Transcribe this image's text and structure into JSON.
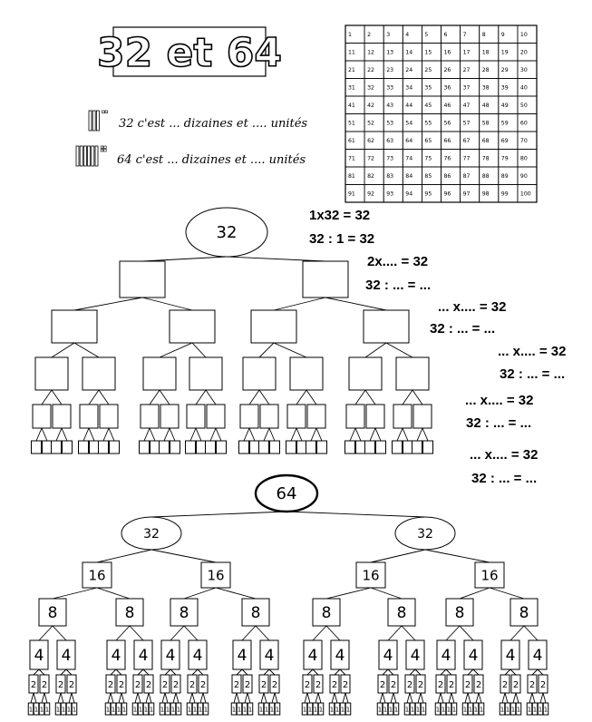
{
  "title": "32 et 64",
  "hundred_grid": [
    [
      "1",
      "2",
      "3",
      "4",
      "5",
      "6",
      "7",
      "8",
      "9",
      "10"
    ],
    [
      "11",
      "12",
      "13",
      "14",
      "15",
      "16",
      "17",
      "18",
      "19",
      "20"
    ],
    [
      "21",
      "22",
      "23",
      "24",
      "25",
      "26",
      "27",
      "28",
      "29",
      "30"
    ],
    [
      "31",
      "32",
      "33",
      "34",
      "35",
      "36",
      "37",
      "38",
      "39",
      "40"
    ],
    [
      "41",
      "42",
      "43",
      "44",
      "45",
      "46",
      "47",
      "48",
      "49",
      "50"
    ],
    [
      "51",
      "52",
      "53",
      "54",
      "55",
      "56",
      "57",
      "58",
      "59",
      "60"
    ],
    [
      "61",
      "62",
      "63",
      "64",
      "65",
      "66",
      "67",
      "68",
      "69",
      "70"
    ],
    [
      "71",
      "72",
      "73",
      "74",
      "75",
      "76",
      "77",
      "78",
      "79",
      "80"
    ],
    [
      "81",
      "82",
      "83",
      "84",
      "85",
      "86",
      "87",
      "88",
      "89",
      "90"
    ],
    [
      "91",
      "92",
      "93",
      "94",
      "95",
      "96",
      "97",
      "98",
      "99",
      "100"
    ]
  ],
  "sentences": [
    {
      "text": "32 c'est ... dizaines et .... unités",
      "tens": 3,
      "units": 2
    },
    {
      "text": "64 c'est ... dizaines et .... unités",
      "tens": 6,
      "units": 4
    }
  ],
  "tree32": {
    "root": "32"
  },
  "equations": [
    "1x32 = 32",
    "32 : 1 = 32",
    "2x.... = 32",
    "32 : ... = ...",
    "... x.... = 32",
    "32 : ... = ...",
    "... x.... = 32",
    "32 : ... = ...",
    "... x.... = 32",
    "32 : ... = ...",
    "... x.... = 32",
    "32 : ... = ..."
  ],
  "tree64": {
    "root": "64",
    "levels": [
      "32",
      "16",
      "8",
      "4",
      "2",
      "1"
    ]
  }
}
